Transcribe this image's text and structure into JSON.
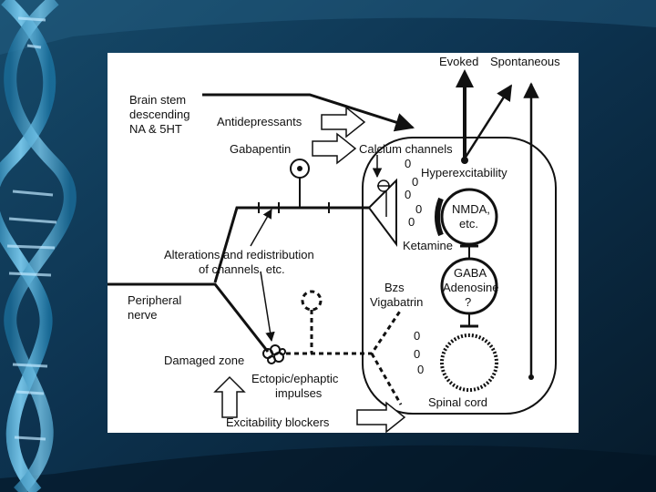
{
  "diagram": {
    "labels": {
      "evoked": "Evoked",
      "spontaneous": "Spontaneous",
      "brain_stem_1": "Brain stem",
      "brain_stem_2": "descending",
      "brain_stem_3": "NA & 5HT",
      "antidepressants": "Antidepressants",
      "gabapentin": "Gabapentin",
      "calcium_channels": "Calcium channels",
      "hyperexcitability": "Hyperexcitability",
      "nmda_1": "NMDA,",
      "nmda_2": "etc.",
      "ketamine": "Ketamine",
      "alterations_1": "Alterations and redistribution",
      "alterations_2": "of channels, etc.",
      "gaba_1": "GABA",
      "gaba_2": "Adenosine",
      "gaba_3": "?",
      "bzs": "Bzs",
      "vigabatrin": "Vigabatrin",
      "peripheral_1": "Peripheral",
      "peripheral_2": "nerve",
      "damaged_zone": "Damaged zone",
      "ectopic_1": "Ectopic/ephaptic",
      "ectopic_2": "impulses",
      "spinal_cord": "Spinal cord",
      "excitability_blockers": "Excitability blockers"
    }
  },
  "colors": {
    "background_dark": "#0b2a40",
    "background_mid": "#1d5578",
    "dna_blue": "#3fa6d8",
    "ink": "#111111"
  }
}
